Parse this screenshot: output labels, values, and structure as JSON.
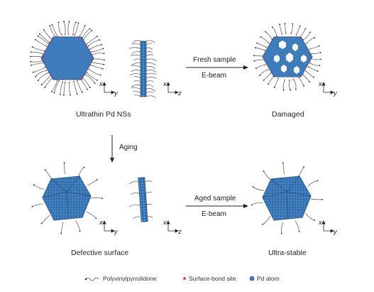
{
  "labels": {
    "top_left_caption": "Ultrathin Pd NSs",
    "top_right_caption": "Damaged",
    "bottom_left_caption": "Defective surface",
    "bottom_right_caption": "Ultra-stable",
    "top_arrow_above": "Fresh sample",
    "top_arrow_below": "E-beam",
    "bottom_arrow_above": "Aged sample",
    "bottom_arrow_below": "E-beam",
    "aging_arrow": "Aging"
  },
  "axes": {
    "x": "x",
    "y": "y",
    "z": "z"
  },
  "legend": {
    "pvp": "Polyvinylpyrrolidone",
    "surface_bond": "Surface-bond site",
    "pd_atom": "Pd atom"
  },
  "colors": {
    "pd_blue": "#3a78b8",
    "pd_dark": "#1f4f86",
    "bond_red": "#d02a2a",
    "ligand": "#555555"
  }
}
